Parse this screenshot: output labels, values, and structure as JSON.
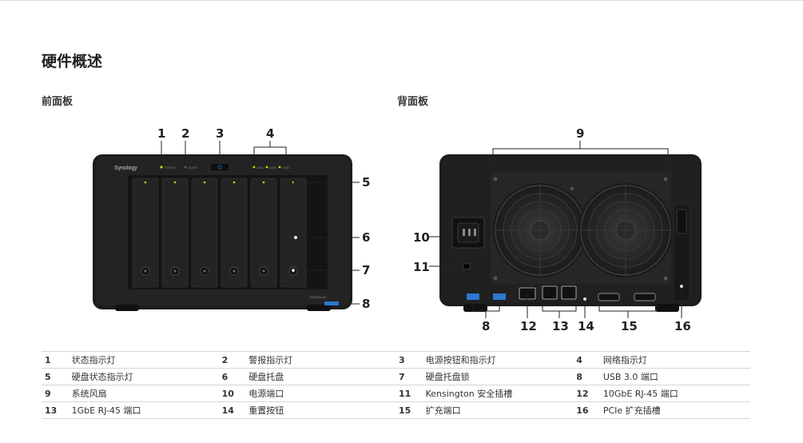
{
  "title": "硬件概述",
  "front": {
    "heading": "前面板",
    "brand": "Synology",
    "model": "DS1621xs+",
    "led_labels": [
      "STATUS",
      "ALERT",
      "LAN1",
      "LAN2",
      "LAN3"
    ],
    "callouts": [
      "1",
      "2",
      "3",
      "4",
      "5",
      "6",
      "7",
      "8"
    ]
  },
  "back": {
    "heading": "背面板",
    "callouts": [
      "9",
      "10",
      "11",
      "8",
      "12",
      "13",
      "14",
      "15",
      "16"
    ]
  },
  "legend": [
    [
      {
        "n": "1",
        "t": "状态指示灯"
      },
      {
        "n": "2",
        "t": "警报指示灯"
      },
      {
        "n": "3",
        "t": "电源按钮和指示灯"
      },
      {
        "n": "4",
        "t": "网络指示灯"
      }
    ],
    [
      {
        "n": "5",
        "t": "硬盘状态指示灯"
      },
      {
        "n": "6",
        "t": "硬盘托盘"
      },
      {
        "n": "7",
        "t": "硬盘托盘锁"
      },
      {
        "n": "8",
        "t": "USB 3.0 端口"
      }
    ],
    [
      {
        "n": "9",
        "t": "系统风扇"
      },
      {
        "n": "10",
        "t": "电源端口"
      },
      {
        "n": "11",
        "t": "Kensington 安全插槽"
      },
      {
        "n": "12",
        "t": "10GbE RJ-45 端口"
      }
    ],
    [
      {
        "n": "13",
        "t": "1GbE RJ-45 端口"
      },
      {
        "n": "14",
        "t": "重置按钮"
      },
      {
        "n": "15",
        "t": "扩充端口"
      },
      {
        "n": "16",
        "t": "PCIe 扩充插槽"
      }
    ]
  ],
  "colors": {
    "device": "#1b1b1b",
    "led": "#c8d800",
    "usb_blue": "#2b78d0",
    "text": "#222222",
    "rule": "#d6d6d6"
  }
}
